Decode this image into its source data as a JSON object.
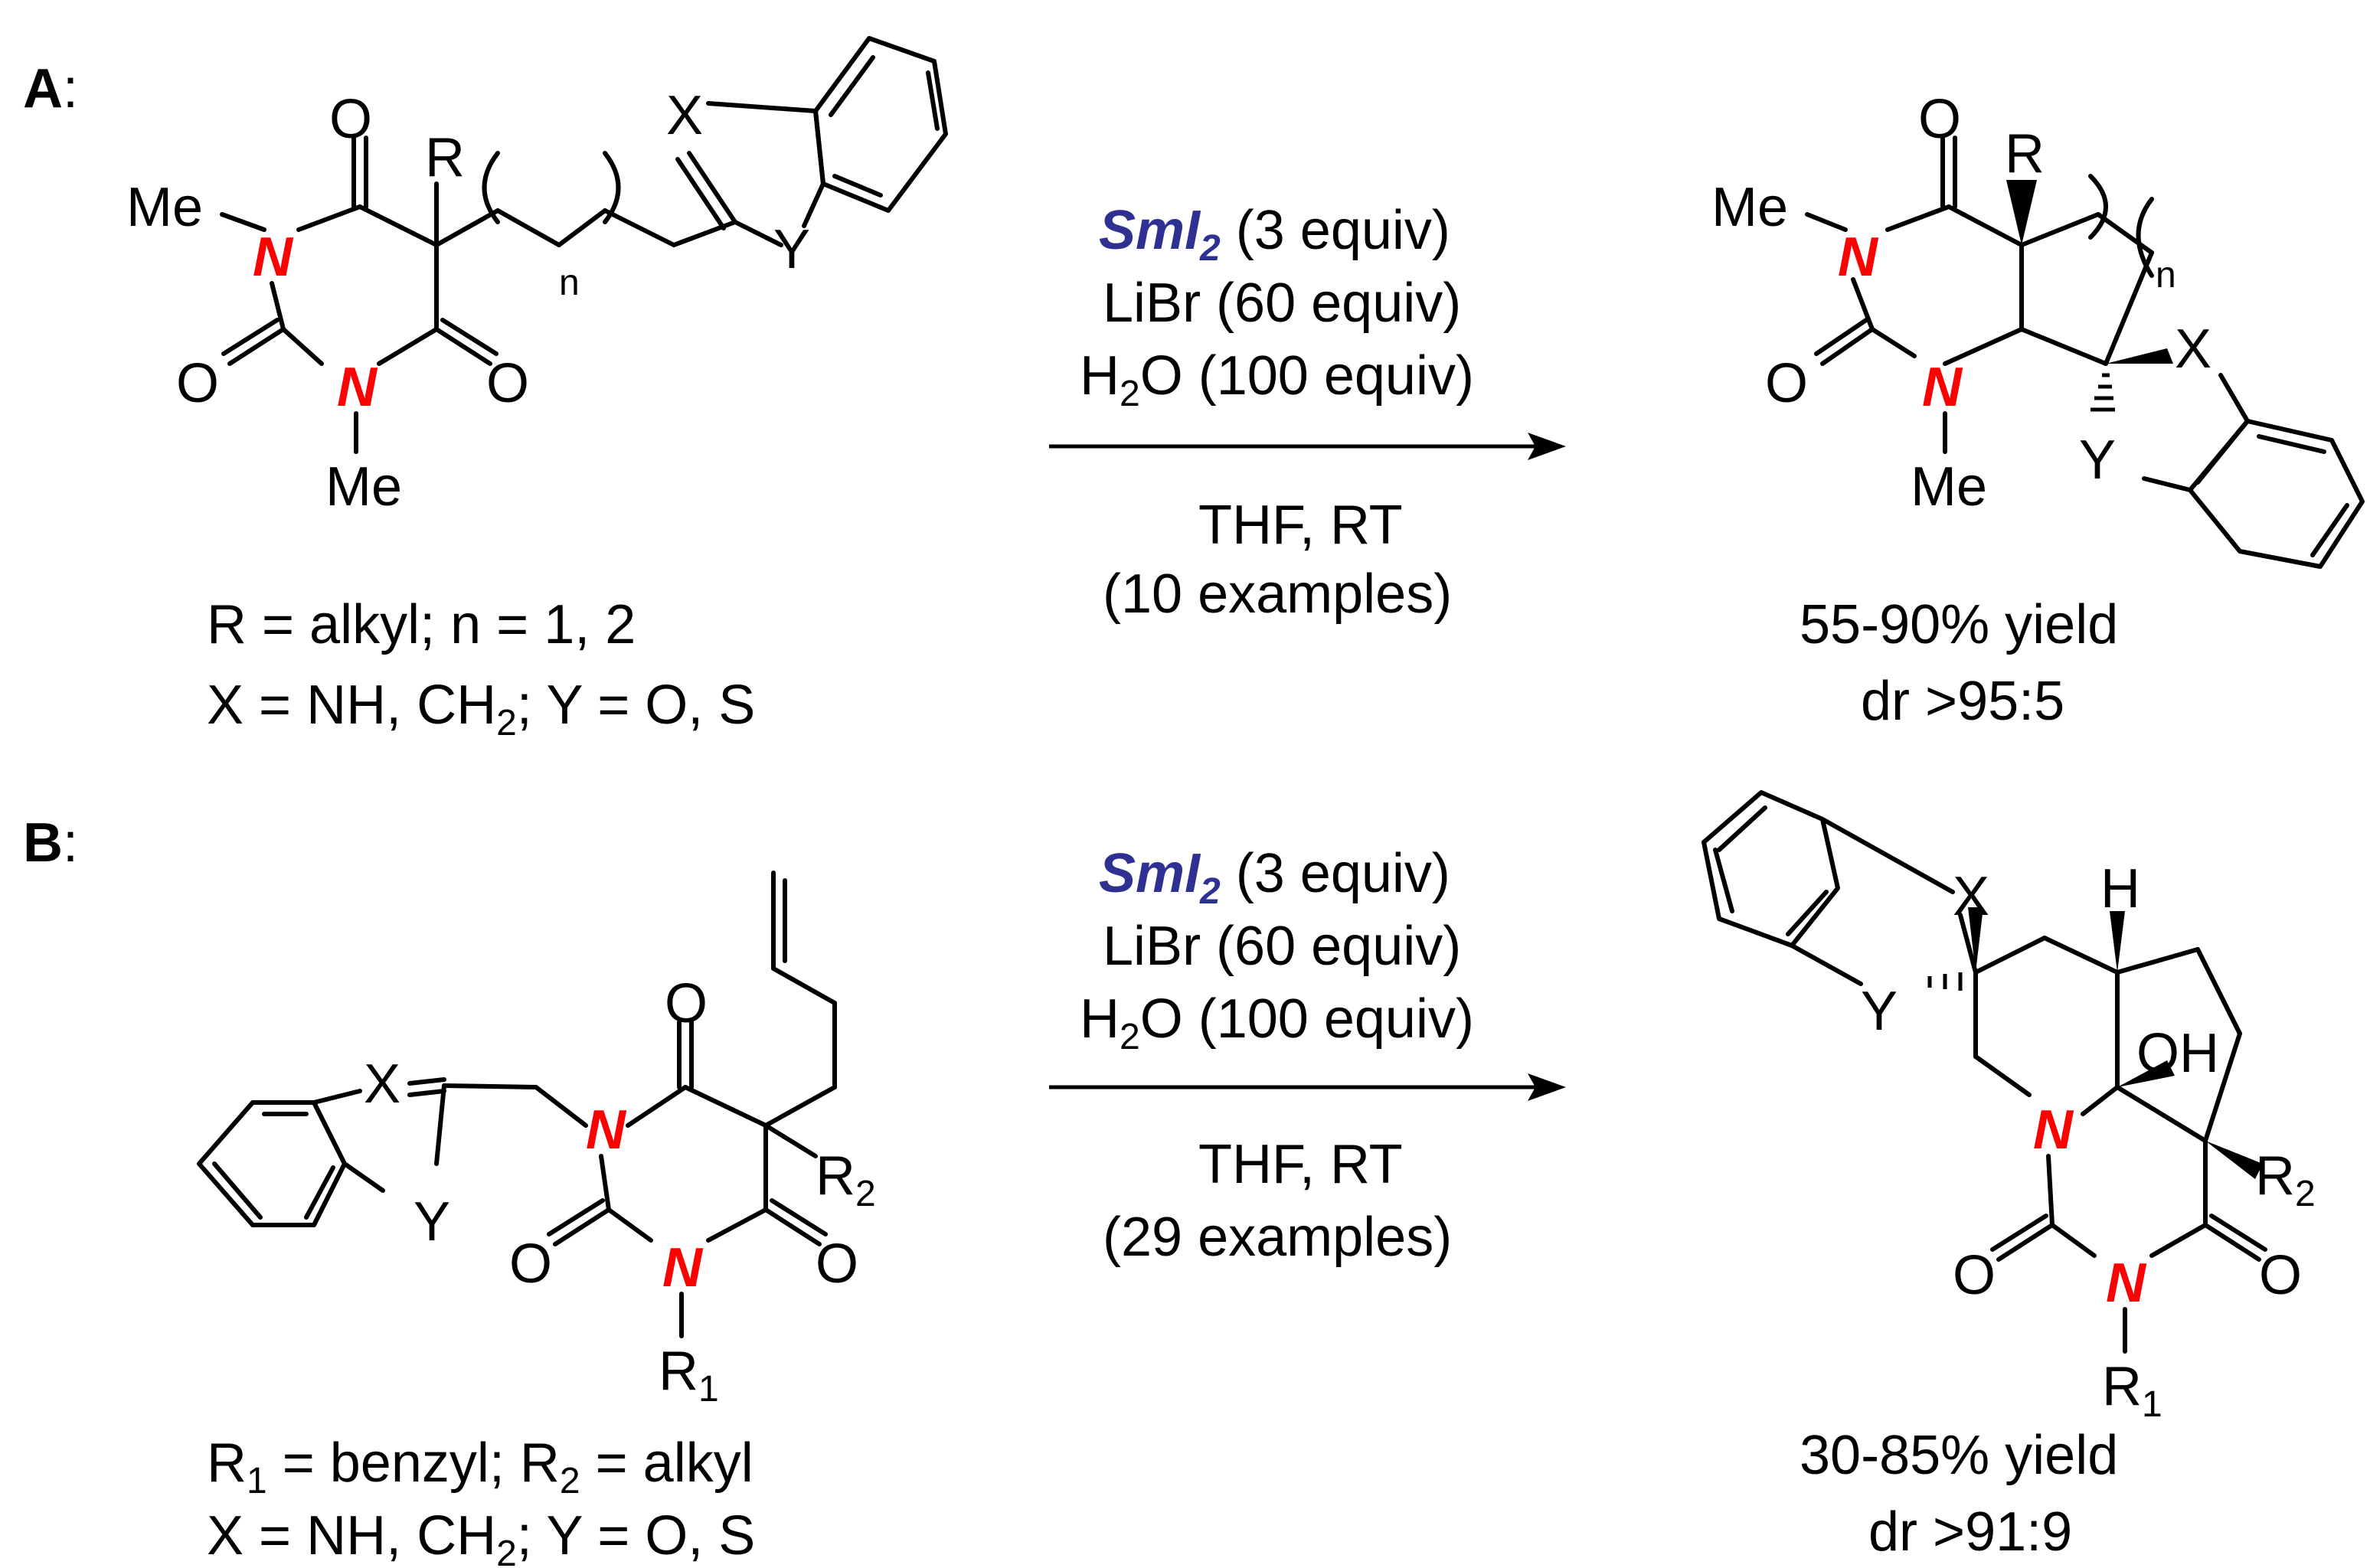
{
  "scheme": {
    "panel_a": {
      "label": "A",
      "reactant": {
        "me_top": "Me",
        "me_bottom": "Me",
        "n1": "N",
        "n2": "N",
        "o_top": "O",
        "o_left": "O",
        "o_right": "O",
        "r": "R",
        "n_sub": "n",
        "x": "X",
        "y": "Y"
      },
      "conditions": {
        "reagent": "SmI",
        "reagent_sub": "2",
        "reagent_rest": " (3 equiv)",
        "line2": "LiBr (60 equiv)",
        "line3_a": "H",
        "line3_sub": "2",
        "line3_b": "O (100 equiv)",
        "line4": "THF, RT",
        "line5": "(10 examples)"
      },
      "substituents": {
        "line1": "R = alkyl; n = 1, 2",
        "line2_a": "X = NH, CH",
        "line2_sub": "2",
        "line2_b": "; Y = O, S"
      },
      "product": {
        "me_top": "Me",
        "me_bottom": "Me",
        "n1": "N",
        "n2": "N",
        "o_top": "O",
        "o_left": "O",
        "r": "R",
        "n_sub": "n",
        "x": "X",
        "y": "Y"
      },
      "result": {
        "yield": "55-90% yield",
        "dr": "dr >95:5"
      }
    },
    "panel_b": {
      "label": "B",
      "reactant": {
        "x": "X",
        "y": "Y",
        "n1": "N",
        "n2": "N",
        "o_top": "O",
        "o_left": "O",
        "o_right": "O",
        "r2": "R",
        "r2_sub": "2",
        "r1": "R",
        "r1_sub": "1"
      },
      "conditions": {
        "reagent": "SmI",
        "reagent_sub": "2",
        "reagent_rest": " (3 equiv)",
        "line2": "LiBr (60 equiv)",
        "line3_a": "H",
        "line3_sub": "2",
        "line3_b": "O (100 equiv)",
        "line4": "THF, RT",
        "line5": "(29 examples)"
      },
      "substituents": {
        "line1_a": "R",
        "line1_sub1": "1",
        "line1_b": " = benzyl; R",
        "line1_sub2": "2",
        "line1_c": " = alkyl",
        "line2_a": "X = NH, CH",
        "line2_sub": "2",
        "line2_b": "; Y = O, S"
      },
      "product": {
        "x": "X",
        "y": "Y",
        "h": "H",
        "oh": "OH",
        "n1": "N",
        "n2": "N",
        "o_left": "O",
        "o_right": "O",
        "r2": "R",
        "r2_sub": "2",
        "r1": "R",
        "r1_sub": "1"
      },
      "result": {
        "yield": "30-85% yield",
        "dr": "dr >91:9"
      }
    }
  }
}
